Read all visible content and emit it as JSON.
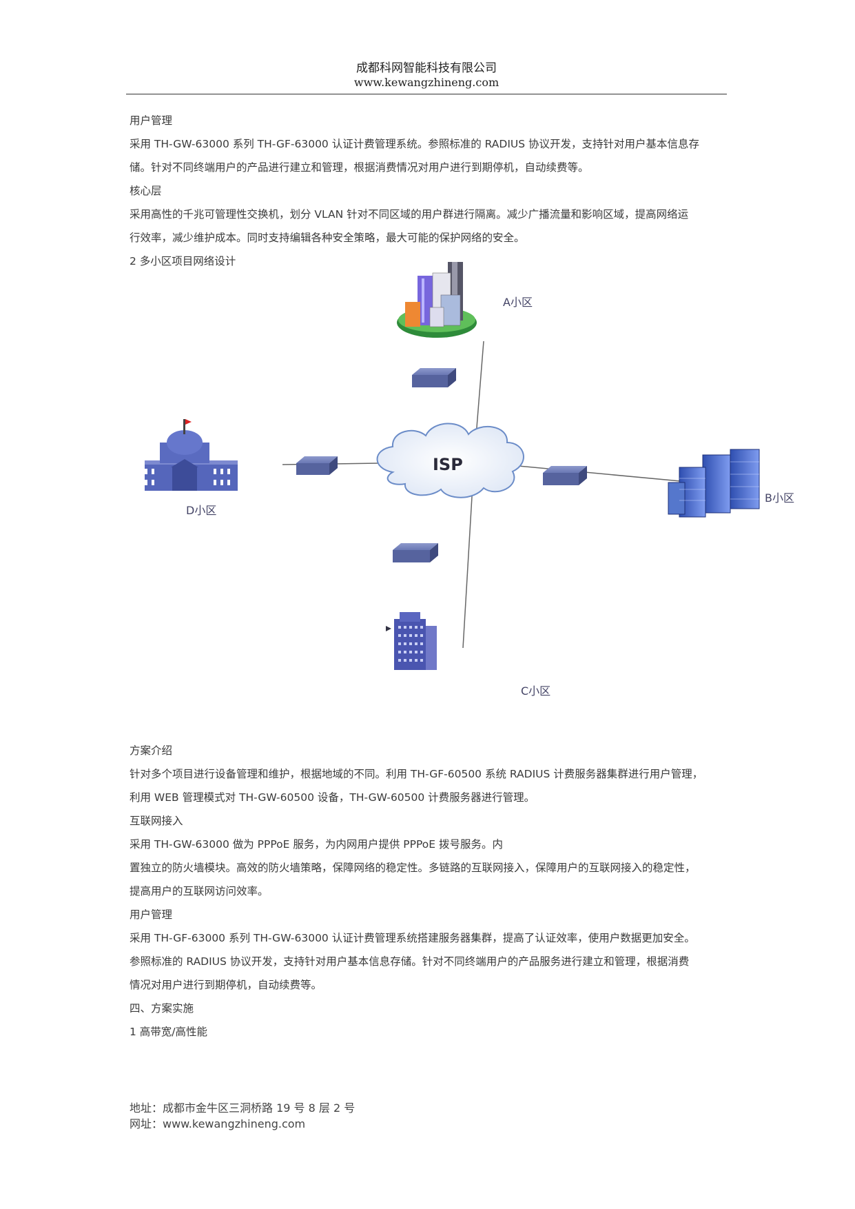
{
  "header": {
    "company": "成都科网智能科技有限公司",
    "url": "www.kewangzhineng.com"
  },
  "section1": [
    "用户管理",
    "采用 TH-GW-63000 系列 TH-GF-63000 认证计费管理系统。参照标准的 RADIUS 协议开发，支持针对用户基本信息存",
    "储。针对不同终端用户的产品进行建立和管理，根据消费情况对用户进行到期停机，自动续费等。",
    "核心层",
    "采用高性的千兆可管理性交换机，划分 VLAN 针对不同区域的用户群进行隔离。减少广播流量和影响区域，提高网络运",
    "行效率，减少维护成本。同时支持编辑各种安全策略，最大可能的保护网络的安全。",
    "2 多小区项目网络设计"
  ],
  "diagram": {
    "center_label": "ISP",
    "node_a": "A小区",
    "node_b": "B小区",
    "node_c": "C小区",
    "node_d": "D小区"
  },
  "section2": [
    "方案介绍",
    "针对多个项目进行设备管理和维护，根据地域的不同。利用 TH-GF-60500 系统 RADIUS 计费服务器集群进行用户管理，",
    "利用 WEB 管理模式对 TH-GW-60500 设备，TH-GW-60500 计费服务器进行管理。",
    "互联网接入",
    "采用 TH-GW-63000 做为 PPPoE 服务，为内网用户提供 PPPoE 拨号服务。内",
    "置独立的防火墙模块。高效的防火墙策略，保障网络的稳定性。多链路的互联网接入，保障用户的互联网接入的稳定性，",
    "提高用户的互联网访问效率。",
    "用户管理",
    "采用 TH-GF-63000 系列 TH-GW-63000 认证计费管理系统搭建服务器集群，提高了认证效率，使用户数据更加安全。",
    "参照标准的 RADIUS 协议开发，支持针对用户基本信息存储。针对不同终端用户的产品服务进行建立和管理，根据消费",
    "情况对用户进行到期停机，自动续费等。",
    "四、方案实施",
    "1 高带宽/高性能"
  ],
  "footer": {
    "address": "地址：成都市金牛区三洞桥路 19 号 8 层 2 号",
    "website": "网址：www.kewangzhineng.com"
  },
  "colors": {
    "switch": "#5a6aa8",
    "building_blue": "#4466cc",
    "line": "#666666"
  }
}
